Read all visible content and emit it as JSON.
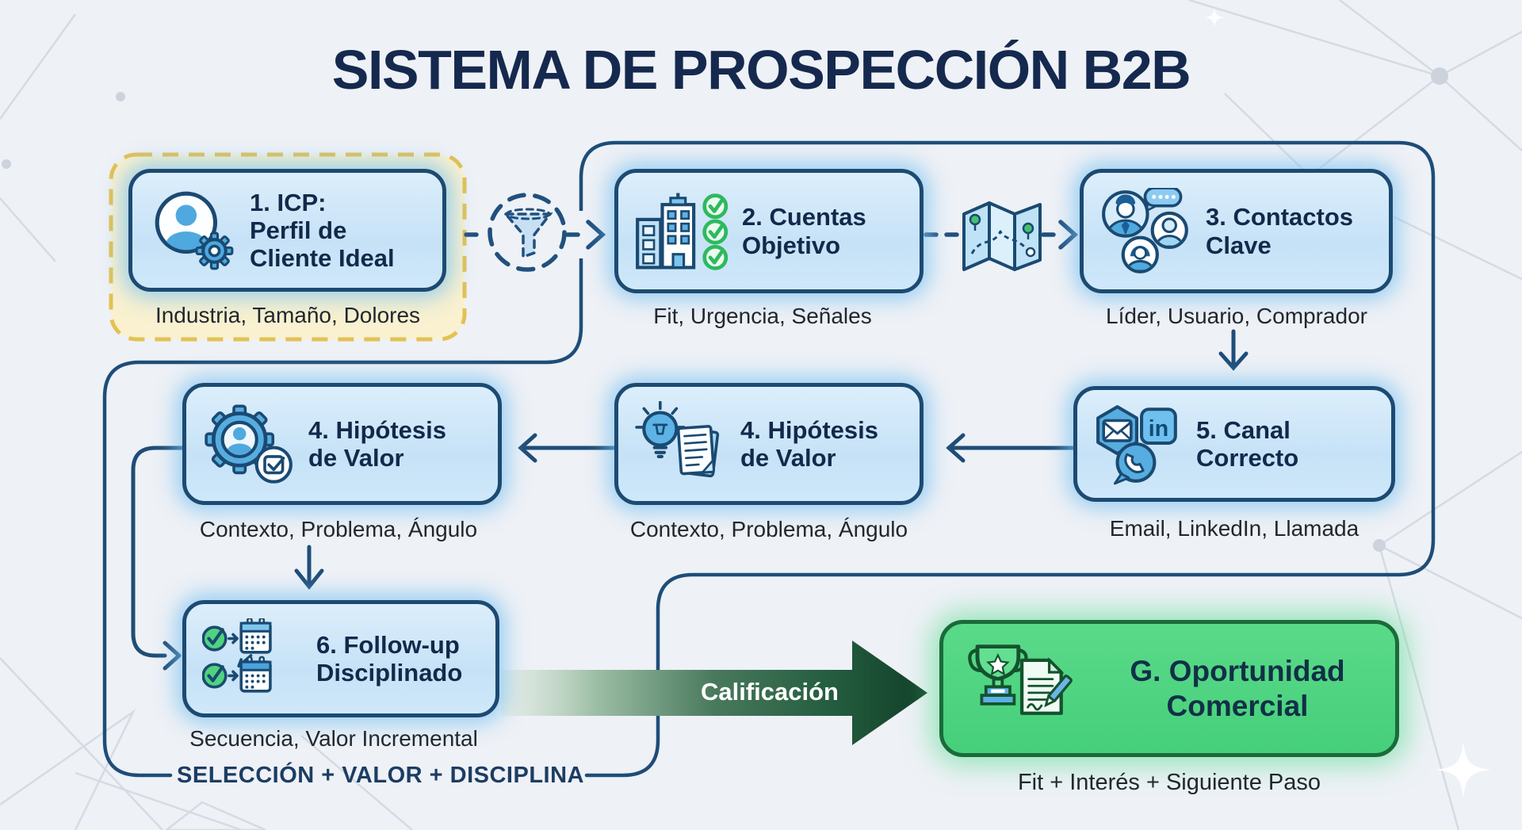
{
  "title": "SISTEMA DE PROSPECCIÓN B2B",
  "steps": {
    "icp": {
      "l1": "1. ICP:",
      "l2": "Perfil de",
      "l3": "Cliente Ideal",
      "caption": "Industria, Tamaño, Dolores"
    },
    "cuentas": {
      "l1": "2. Cuentas",
      "l2": "Objetivo",
      "caption": "Fit, Urgencia, Señales"
    },
    "contactos": {
      "l1": "3. Contactos",
      "l2": "Clave",
      "caption": "Líder, Usuario, Comprador"
    },
    "canal": {
      "l1": "5. Canal",
      "l2": "Correcto",
      "caption": "Email, LinkedIn, Llamada"
    },
    "hipotesis_mid": {
      "l1": "4. Hipótesis",
      "l2": "de Valor",
      "caption": "Contexto, Problema, Ángulo"
    },
    "hipotesis_left": {
      "l1": "4. Hipótesis",
      "l2": "de Valor",
      "caption": "Contexto, Problema, Ángulo"
    },
    "followup": {
      "l1": "6. Follow-up",
      "l2": "Disciplinado",
      "caption": "Secuencia, Valor Incremental"
    },
    "oportunidad": {
      "l1": "G. Oportunidad",
      "l2": "Comercial",
      "caption": "Fit + Interés + Siguiente Paso"
    }
  },
  "labels": {
    "calificacion": "Calificación",
    "formula": "SELECCIÓN + VALOR + DISCIPLINA"
  },
  "icons": {
    "icp": "user-gear-icon",
    "funnel": "funnel-icon",
    "cuentas": "buildings-checklist-icon",
    "map": "route-map-icon",
    "contactos": "people-group-icon",
    "canal": "email-linkedin-phone-icon",
    "hipotesis_mid": "lightbulb-notes-icon",
    "hipotesis_left": "gear-user-check-icon",
    "followup": "check-calendar-sequence-icon",
    "oportunidad": "trophy-contract-icon",
    "linkedin_glyph": "in"
  },
  "colors": {
    "background": "#eef1f6",
    "node_fill": "#cfe6f8",
    "node_border": "#1c4a72",
    "title_navy": "#15294e",
    "wrap_line": "#1e4d78",
    "yellow_fill": "#f9f1d0",
    "yellow_border": "#e3c153",
    "green_box": "#50d483",
    "green_border": "#1a6b39",
    "arrow_dark_green": "#123f29",
    "check_green": "#2eb95e",
    "calificacion_text": "#ffffff"
  }
}
